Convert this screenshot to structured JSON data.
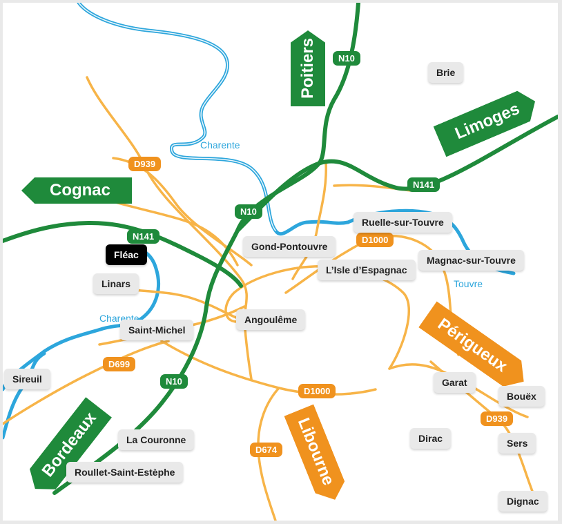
{
  "colors": {
    "national_road": "#1f8a3b",
    "departmental_road": "#f0921e",
    "minor_road": "#f7b448",
    "river": "#2da6dc",
    "place_label_bg": "#e9e9e9",
    "selected_label_bg": "#000000"
  },
  "directions": {
    "poitiers": "Poitiers",
    "limoges": "Limoges",
    "cognac": "Cognac",
    "perigueux": "Périgueux",
    "bordeaux": "Bordeaux",
    "libourne": "Libourne"
  },
  "rivers": {
    "charente_north": "Charente",
    "charente_west": "Charente",
    "touvre": "Touvre"
  },
  "roads": {
    "n10_north": "N10",
    "n10_center": "N10",
    "n10_south": "N10",
    "n141_west": "N141",
    "n141_east": "N141",
    "d939_north": "D939",
    "d939_south": "D939",
    "d1000_north": "D1000",
    "d1000_south": "D1000",
    "d699": "D699",
    "d674": "D674"
  },
  "places": {
    "brie": "Brie",
    "ruelle": "Ruelle-sur-Touvre",
    "gond_pontouvre": "Gond-Pontouvre",
    "fleac": "Fléac",
    "isle_espagnac": "L’Isle d’Espagnac",
    "magnac": "Magnac-sur-Touvre",
    "linars": "Linars",
    "angouleme": "Angoulême",
    "saint_michel": "Saint-Michel",
    "sireuil": "Sireuil",
    "garat": "Garat",
    "bouex": "Bouëx",
    "la_couronne": "La Couronne",
    "dirac": "Dirac",
    "sers": "Sers",
    "roullet": "Roullet-Saint-Estèphe",
    "dignac": "Dignac"
  },
  "selected_place": "fleac"
}
